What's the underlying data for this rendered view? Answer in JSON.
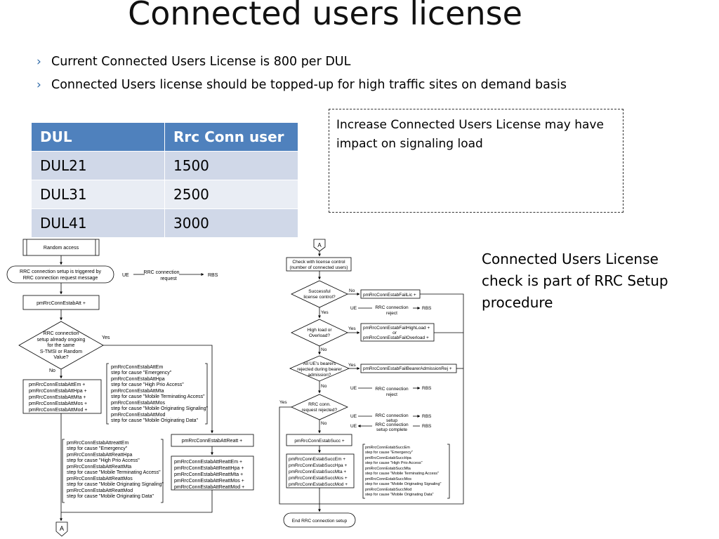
{
  "title": "Connected users license",
  "bullets": [
    "Current Connected Users License is 800 per DUL",
    "Connected Users license should be topped-up for high traffic sites on demand basis"
  ],
  "table": {
    "headers": [
      "DUL",
      "Rrc Conn user"
    ],
    "rows": [
      [
        "DUL21",
        "1500"
      ],
      [
        "DUL31",
        "2500"
      ],
      [
        "DUL41",
        "3000"
      ]
    ]
  },
  "note": "Increase Connected Users License may have impact on signaling load",
  "side_text": "Connected Users License check is part of RRC Setup procedure",
  "flow_left": {
    "random_access": "Random access",
    "trigger": [
      "RRC connection setup is triggered by",
      "RRC connection request message"
    ],
    "ue": "UE",
    "msg": [
      "RRC connection",
      "request"
    ],
    "rbs": "RBS",
    "att": "pmRrcConnEstabAtt +",
    "decision": [
      "RRC connection",
      "setup already ongoing",
      "for the same",
      "S-TMSI or Random",
      "Value?"
    ],
    "yes": "Yes",
    "no": "No",
    "att_counters": [
      "pmRrcConnEstabAttEm +",
      "pmRrcConnEstabAttHpa +",
      "pmRrcConnEstabAttMta +",
      "pmRrcConnEstabAttMos +",
      "pmRrcConnEstabAttMod +"
    ],
    "att_notes": [
      "pmRrcConnEstabAttEm",
      "step for cause \"Emergency\"",
      "pmRrcConnEstabAttHpa",
      "step for cause \"High Prio Access\"",
      "pmRrcConnEstabAttMta",
      "step for cause \"Mobile Terminating Access\"",
      "pmRrcConnEstabAttMos",
      "step for cause \"Mobile Originating Signaling\"",
      "pmRrcConnEstabAttMod",
      "step for cause \"Mobile Originating Data\""
    ],
    "reatt": "pmRrcConnEstabAttReatt +",
    "reatt_counters": [
      "pmRrcConnEstabAttReattEm +",
      "pmRrcConnEstabAttReattHpa +",
      "pmRrcConnEstabAttReattMta +",
      "pmRrcConnEstabAttReattMos +",
      "pmRrcConnEstabAttReattMod +"
    ],
    "reatt_notes": [
      "pmRrcConnEstabAttreattEm",
      "step for cause \"Emergency\"",
      "pmRrcConnEstabAttReattHpa",
      "step for cause \"High Prio Access\"",
      "pmRrcConnEstabAttReattMta",
      "step for cause \"Mobile Terminating Access\"",
      "pmRrcConnEstabAttReattMos",
      "step for cause \"Mobile Originating Signaling\"",
      "pmRrcConnEstabAttReattMod",
      "step for cause \"Mobile Originating Data\""
    ],
    "connector": "A"
  },
  "flow_right": {
    "connector": "A",
    "check": [
      "Check with license control",
      "(number of connected users)"
    ],
    "d1": [
      "Successful",
      "license control?"
    ],
    "fail_lic": "pmRrcConnEstabFailLic +",
    "reject1": [
      "RRC connection",
      "reject"
    ],
    "d2": [
      "High load or",
      "Overload?"
    ],
    "fail_load": [
      "pmRrcConnEstabFailHighLoad +",
      "or",
      "pmRrcConnEstabFailOverload +"
    ],
    "d3": [
      "All UE's bearers",
      "rejected during bearer",
      "admission?"
    ],
    "fail_bearer": "pmRrcConnEstabFailBearerAdmissionRej +",
    "reject2": [
      "RRC connection",
      "reject"
    ],
    "d4": [
      "RRC conn.",
      "request rejected?"
    ],
    "msg_setup": [
      "RRC connection",
      "setup"
    ],
    "msg_complete": [
      "RRC connection",
      "setup complete"
    ],
    "succ": "pmRrcConnEstabSucc +",
    "succ_counters": [
      "pmRrcConnEstabSuccEm +",
      "pmRrcConnEstabSuccHpa +",
      "pmRrcConnEstabSuccMta +",
      "pmRrcConnEstabSuccMos +",
      "pmRrcConnEstabSuccMod +"
    ],
    "succ_notes": [
      "pmRrcConnEstabSuccEm",
      "step for cause \"Emergency\"",
      "pmRrcConnEstabSuccHpa",
      "step for cause \"High Prio Access\"",
      "pmRrcConnEstabSuccMta",
      "step for cause \"Mobile Terminating Access\"",
      "pmRrcConnEstabSuccMos",
      "step for cause \"Mobile Originating Signaling\"",
      "pmRrcConnEstabSuccMod",
      "step for cause \"Mobile Originating Data\""
    ],
    "end": "End RRC connection setup",
    "ue": "UE",
    "rbs": "RBS",
    "yes": "Yes",
    "no": "No"
  }
}
